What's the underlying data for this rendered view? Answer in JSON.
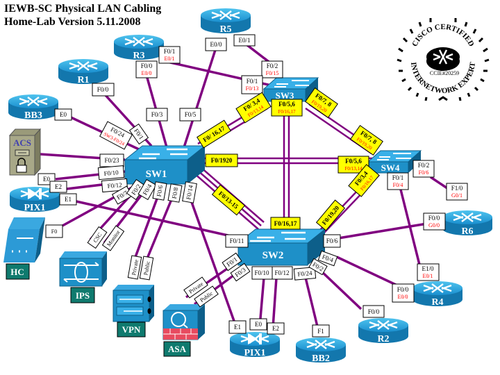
{
  "title": {
    "line1": "IEWB-SC Physical LAN Cabling",
    "line2": "Home-Lab Version 5.11.2008"
  },
  "badge": {
    "top_text": "CISCO CERTIFIED",
    "bottom_text": "INTERNETWORK EXPERT",
    "number": "CCIE#20259"
  },
  "colors": {
    "cable": "#800080",
    "device_blue": "#1e90c8",
    "device_dark": "#0d5f8a",
    "trunk_label_bg": "#ffff00",
    "port_red": "#ff0000",
    "appliance_label_bg": "#0f7a6e"
  },
  "devices": [
    {
      "id": "R1",
      "label": "R1",
      "type": "router"
    },
    {
      "id": "R2",
      "label": "R2",
      "type": "router"
    },
    {
      "id": "R3",
      "label": "R3",
      "type": "router"
    },
    {
      "id": "R4",
      "label": "R4",
      "type": "router"
    },
    {
      "id": "R5",
      "label": "R5",
      "type": "router"
    },
    {
      "id": "R6",
      "label": "R6",
      "type": "router"
    },
    {
      "id": "BB2",
      "label": "BB2",
      "type": "router"
    },
    {
      "id": "BB3",
      "label": "BB3",
      "type": "router"
    },
    {
      "id": "PIX1a",
      "label": "PIX1",
      "type": "pix"
    },
    {
      "id": "PIX1b",
      "label": "PIX1",
      "type": "pix"
    },
    {
      "id": "SW1",
      "label": "SW1",
      "type": "switch"
    },
    {
      "id": "SW2",
      "label": "SW2",
      "type": "switch"
    },
    {
      "id": "SW3",
      "label": "SW3",
      "type": "switch"
    },
    {
      "id": "SW4",
      "label": "SW4",
      "type": "switch"
    },
    {
      "id": "ACS",
      "label": "ACS",
      "type": "server"
    },
    {
      "id": "HC",
      "label": "HC",
      "type": "hub"
    },
    {
      "id": "IPS",
      "label": "IPS",
      "type": "ips"
    },
    {
      "id": "VPN",
      "label": "VPN",
      "type": "vpn"
    },
    {
      "id": "ASA",
      "label": "ASA",
      "type": "asa"
    }
  ],
  "port_labels": [
    {
      "id": "r3-f00",
      "line1": "F0/0",
      "line2": "E0/0"
    },
    {
      "id": "r3-f01",
      "line1": "F0/1",
      "line2": "E0/1"
    },
    {
      "id": "r5-e00",
      "line1": "E0/0"
    },
    {
      "id": "r5-e01",
      "line1": "E0/1"
    },
    {
      "id": "sw3-f02",
      "line1": "F0/2",
      "line2": "F0/15"
    },
    {
      "id": "sw3-f01",
      "line1": "F0/1",
      "line2": "F0/13"
    },
    {
      "id": "r1-f00",
      "line1": "F0/0"
    },
    {
      "id": "bb3-e0",
      "line1": "E0"
    },
    {
      "id": "sw1-f03",
      "line1": "F0/3"
    },
    {
      "id": "sw1-f05",
      "line1": "F0/5"
    },
    {
      "id": "sw1-f024",
      "line1": "F0/24",
      "line2": "SW3-F0/24"
    },
    {
      "id": "sw1-f01",
      "line1": "F0/1"
    },
    {
      "id": "sw1-f023",
      "line1": "F0/23"
    },
    {
      "id": "sw1-f010",
      "line1": "F0/10"
    },
    {
      "id": "sw1-f012",
      "line1": "F0/12"
    },
    {
      "id": "sw1-f07",
      "line1": "F0/7"
    },
    {
      "id": "sw1-f02",
      "line1": "F0/2"
    },
    {
      "id": "sw1-f04",
      "line1": "F0/4"
    },
    {
      "id": "sw1-f06",
      "line1": "F0/6"
    },
    {
      "id": "sw1-f08",
      "line1": "F0/8"
    },
    {
      "id": "sw1-f014",
      "line1": "F0/14"
    },
    {
      "id": "pix1a-e0",
      "line1": "E0"
    },
    {
      "id": "pix1a-e2",
      "line1": "E2"
    },
    {
      "id": "pix1a-e1",
      "line1": "E1"
    },
    {
      "id": "hc-f0",
      "line1": "F0"
    },
    {
      "id": "ips-csc",
      "line1": "CSC"
    },
    {
      "id": "ips-monitor",
      "line1": "Monitor"
    },
    {
      "id": "vpn-private",
      "line1": "Private"
    },
    {
      "id": "vpn-public",
      "line1": "Public"
    },
    {
      "id": "asa-private",
      "line1": "Private"
    },
    {
      "id": "asa-public",
      "line1": "Public"
    },
    {
      "id": "sw2-f011",
      "line1": "F0/11"
    },
    {
      "id": "sw2-f01",
      "line1": "F0/1"
    },
    {
      "id": "sw2-f03",
      "line1": "F0/3"
    },
    {
      "id": "sw2-f010",
      "line1": "F0/10"
    },
    {
      "id": "sw2-f012",
      "line1": "F0/12"
    },
    {
      "id": "sw2-f024",
      "line1": "F0/24"
    },
    {
      "id": "sw2-f02",
      "line1": "F0/2"
    },
    {
      "id": "sw2-f04",
      "line1": "F0/4"
    },
    {
      "id": "sw2-f06",
      "line1": "F0/6"
    },
    {
      "id": "pix1b-e1",
      "line1": "E1"
    },
    {
      "id": "pix1b-e0",
      "line1": "E0"
    },
    {
      "id": "pix1b-e2",
      "line1": "E2"
    },
    {
      "id": "bb2-f1",
      "line1": "F1"
    },
    {
      "id": "r2-f00",
      "line1": "F0/0"
    },
    {
      "id": "r4-f00",
      "line1": "F0/0",
      "line2": "E0/0"
    },
    {
      "id": "r4-e10",
      "line1": "E1/0",
      "line2": "E0/1"
    },
    {
      "id": "sw4-f01",
      "line1": "F0/1",
      "line2": "F0/4"
    },
    {
      "id": "sw4-f02",
      "line1": "F0/2",
      "line2": "F0/6"
    },
    {
      "id": "r6-f10",
      "line1": "F1/0",
      "line2": "G0/1"
    },
    {
      "id": "r6-f00",
      "line1": "F0/0",
      "line2": "G0/0"
    }
  ],
  "trunk_labels": [
    {
      "id": "sw1-sw3",
      "line1": "F0/ 16,17"
    },
    {
      "id": "sw3-sw1",
      "line1": "F0/ 3,4",
      "line2": "F0/13,14"
    },
    {
      "id": "sw3-sw2",
      "line1": "F0/5,6",
      "line2": "F0/16,17"
    },
    {
      "id": "sw3-sw4",
      "line1": "F0/7, 8",
      "line2": "F0/19,20"
    },
    {
      "id": "sw4-sw3",
      "line1": "F0/7, 8",
      "line2": "F0/19,20"
    },
    {
      "id": "sw1-sw4",
      "line1": "F0/1920"
    },
    {
      "id": "sw4-sw1",
      "line1": "F0/5,6",
      "line2": "F0/13,14"
    },
    {
      "id": "sw4-sw2",
      "line1": "F0/3,4",
      "line2": "F0/16,17"
    },
    {
      "id": "sw1-sw2",
      "line1": "F0/13-15"
    },
    {
      "id": "sw2-sw3",
      "line1": "F0/16,17"
    },
    {
      "id": "sw2-sw4",
      "line1": "F0/19,20"
    }
  ]
}
